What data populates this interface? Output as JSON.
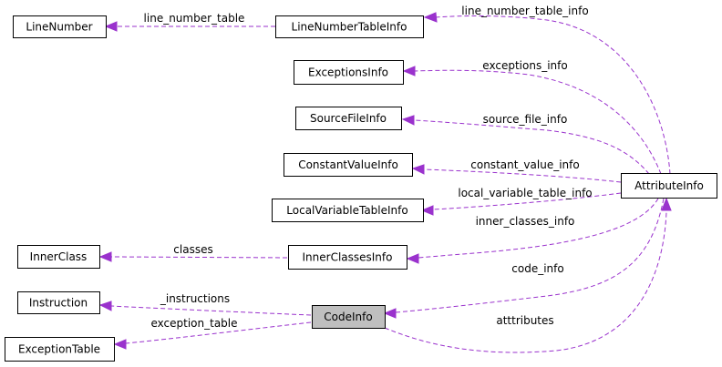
{
  "diagram": {
    "nodes": {
      "line_number": "LineNumber",
      "line_number_table_info": "LineNumberTableInfo",
      "exceptions_info": "ExceptionsInfo",
      "source_file_info": "SourceFileInfo",
      "constant_value_info": "ConstantValueInfo",
      "local_variable_table_info": "LocalVariableTableInfo",
      "attribute_info": "AttributeInfo",
      "inner_class": "InnerClass",
      "inner_classes_info": "InnerClassesInfo",
      "instruction": "Instruction",
      "code_info": "CodeInfo",
      "exception_table": "ExceptionTable"
    },
    "edges": {
      "line_number_table": "line_number_table",
      "line_number_table_info": "line_number_table_info",
      "exceptions_info": "exceptions_info",
      "source_file_info": "source_file_info",
      "constant_value_info": "constant_value_info",
      "local_variable_table_info": "local_variable_table_info",
      "inner_classes_info": "inner_classes_info",
      "classes": "classes",
      "code_info": "code_info",
      "instructions": "_instructions",
      "exception_table": "exception_table",
      "atttributes": "atttributes"
    },
    "colors": {
      "edge": "#9a32cd",
      "highlight_fill": "#bfbfbf",
      "node_border": "#000000"
    }
  }
}
